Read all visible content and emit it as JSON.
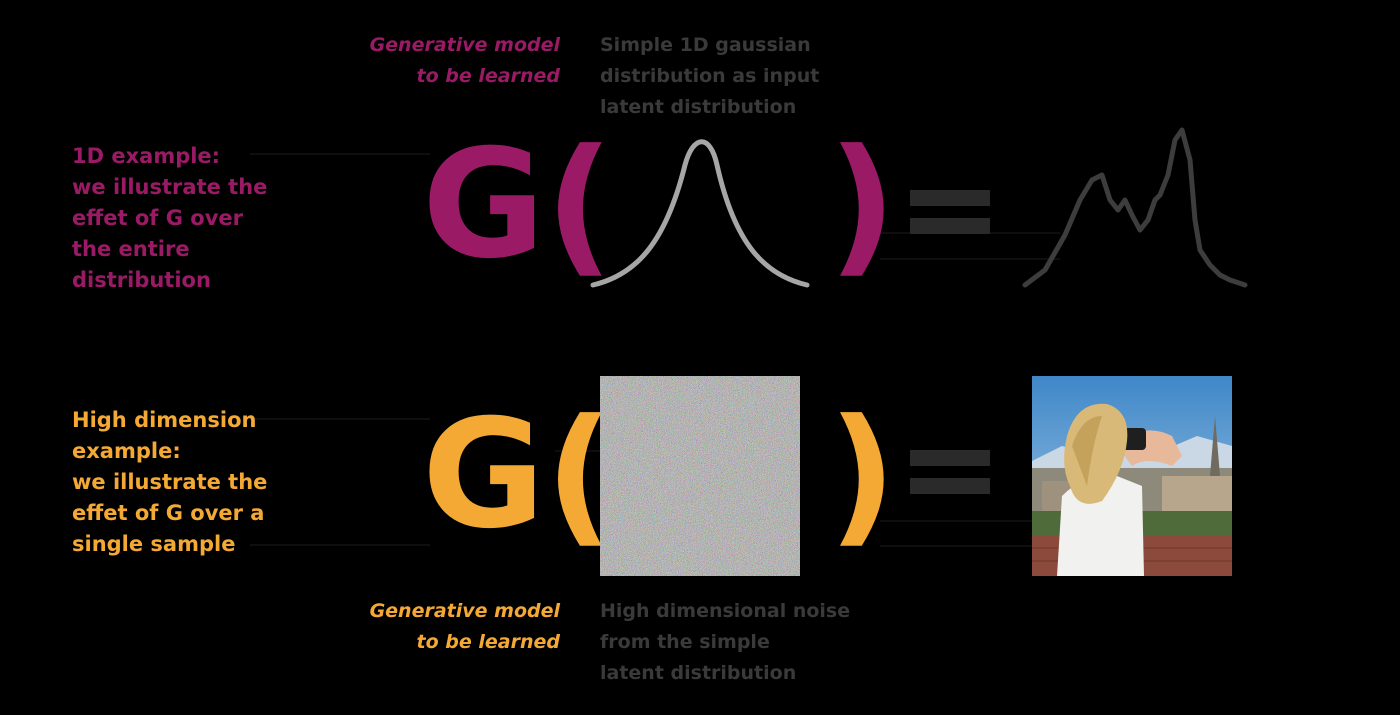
{
  "colors": {
    "magenta": "#9b1a66",
    "orange": "#f5a935",
    "gray_curve": "#a6a6a6",
    "dark_curve": "#3d3d3d",
    "dark_text": "#3a3a3a"
  },
  "top": {
    "model_label": "Generative model\nto be learned",
    "input_label": "Simple 1D gaussian\ndistribution as input\nlatent distribution",
    "example_label": "1D example:\nwe illustrate the\neffet of G over\nthe entire\ndistribution",
    "g_letter": "G(",
    "close_paren": ")",
    "input_curve_icon": "gaussian-curve",
    "output_curve_icon": "bimodal-curve"
  },
  "bottom": {
    "model_label": "Generative model\nto be learned",
    "input_label": "High dimensional noise\nfrom the simple\nlatent distribution",
    "example_label": "High dimension\nexample:\nwe illustrate the\neffet of G over a\nsingle sample",
    "g_letter": "G(",
    "close_paren": ")",
    "noise_image": "random-noise-image",
    "output_image": "photo-woman-with-camera-city-view"
  }
}
